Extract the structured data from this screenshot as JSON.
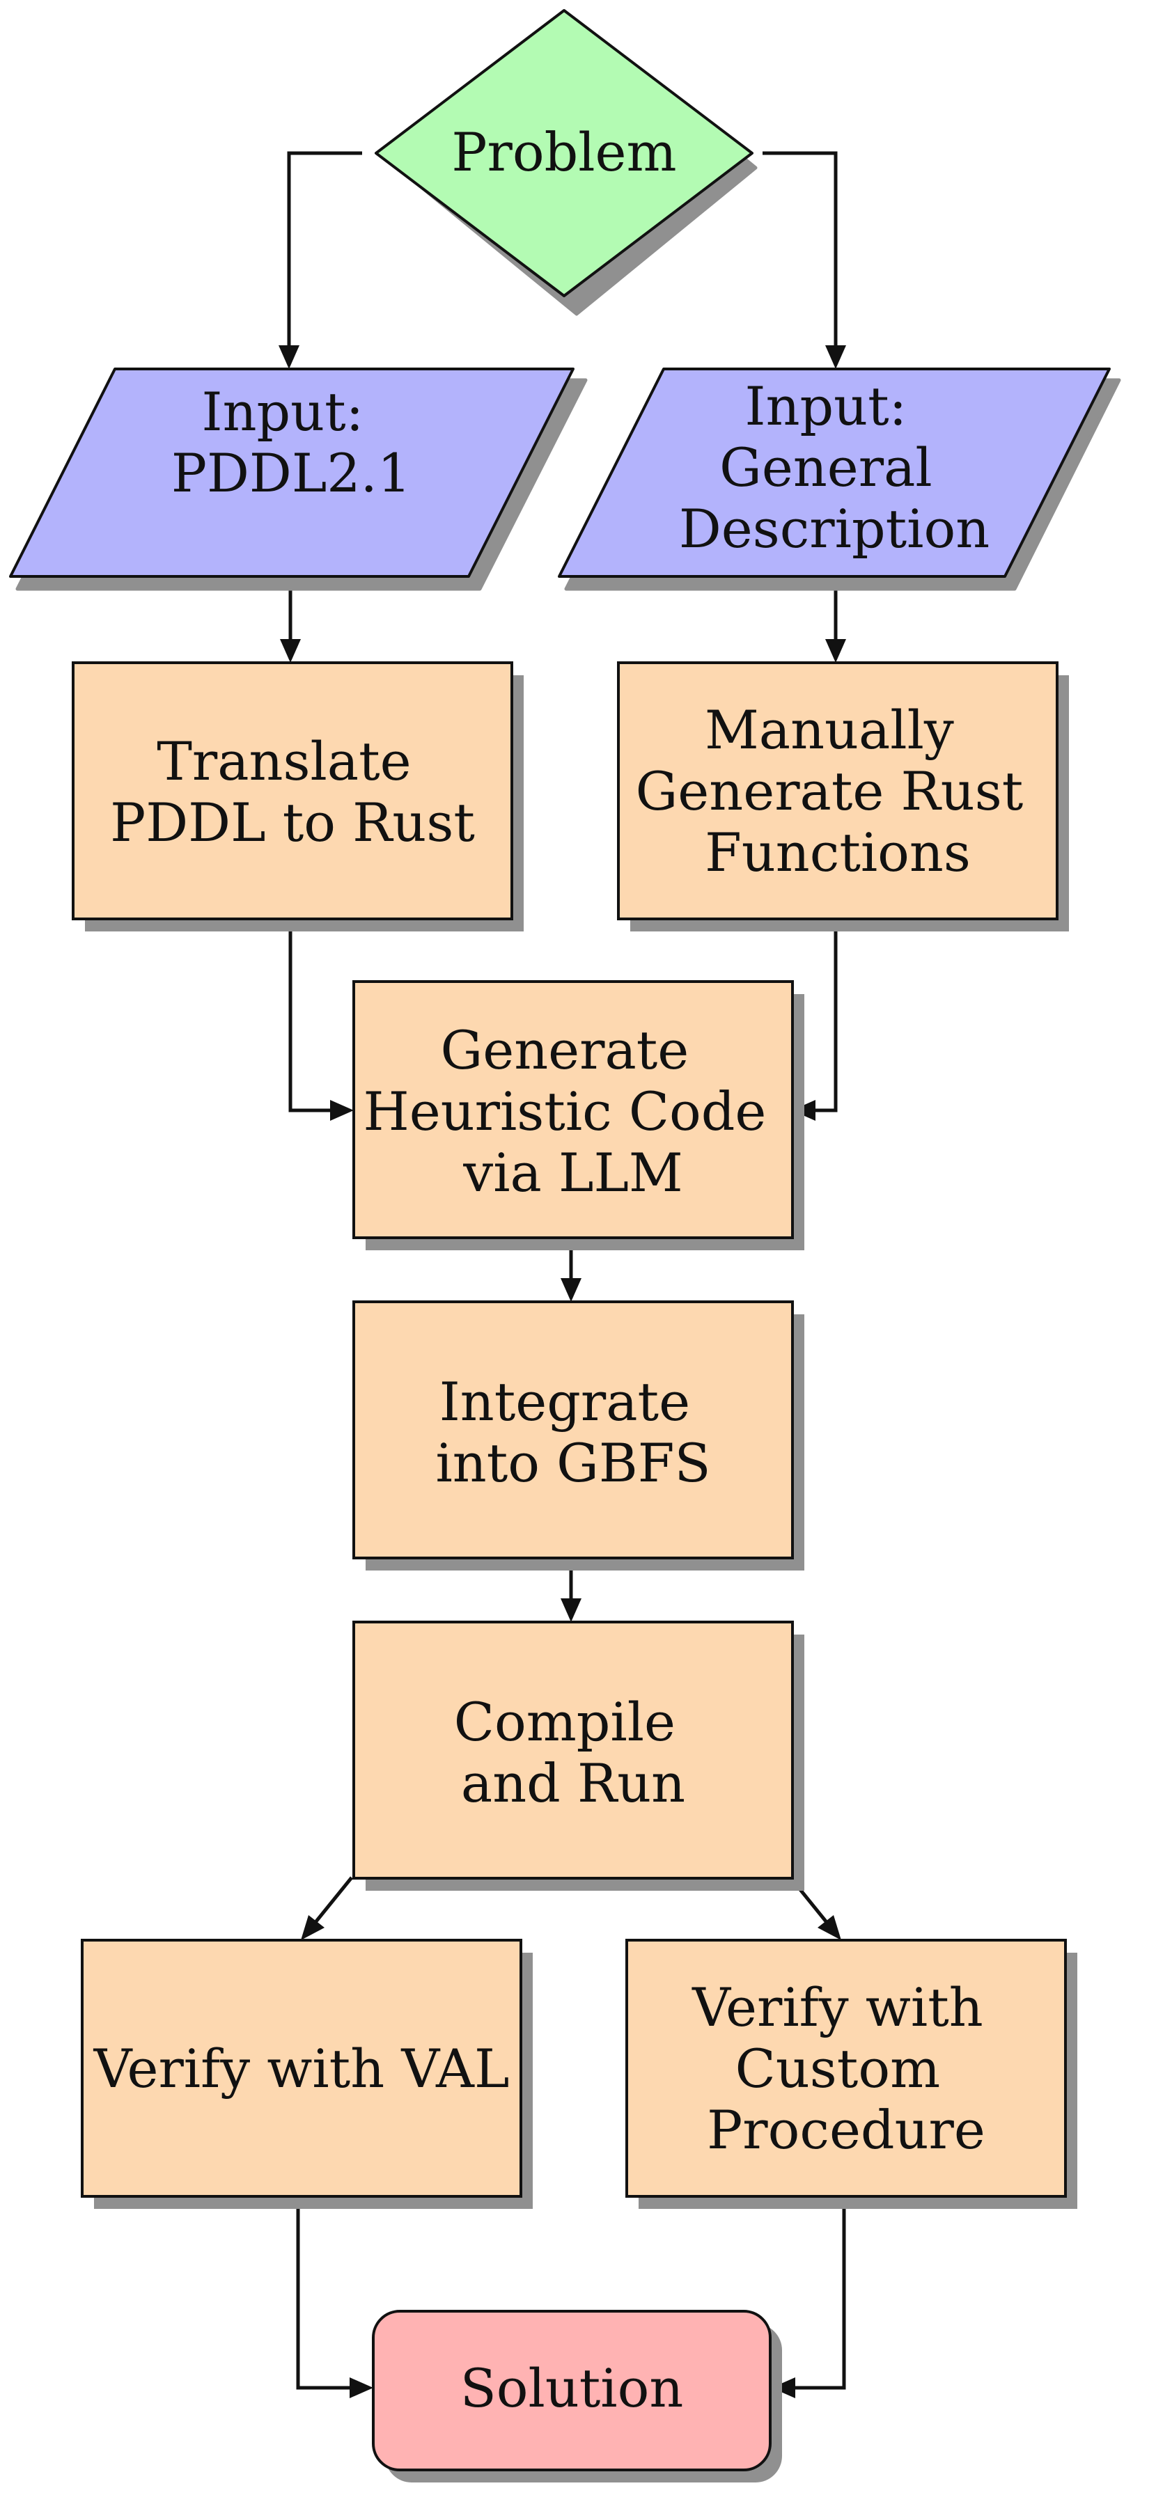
{
  "nodes": {
    "problem": {
      "lines": [
        "Problem"
      ],
      "color": "#b3fbb3"
    },
    "input_pddl": {
      "lines": [
        "Input:",
        "PDDL2.1"
      ],
      "color": "#b3b3fc"
    },
    "input_general": {
      "lines": [
        "Input:",
        "General",
        "Description"
      ],
      "color": "#b3b3fc"
    },
    "translate": {
      "lines": [
        "Translate",
        "PDDL to Rust"
      ],
      "color": "#fdd8b0"
    },
    "manual": {
      "lines": [
        "Manually",
        "Generate Rust",
        "Functions"
      ],
      "color": "#fdd8b0"
    },
    "generate": {
      "lines": [
        "Generate",
        "Heuristic Code",
        "via LLM"
      ],
      "color": "#fdd8b0"
    },
    "integrate": {
      "lines": [
        "Integrate",
        "into GBFS"
      ],
      "color": "#fdd8b0"
    },
    "compile": {
      "lines": [
        "Compile",
        "and Run"
      ],
      "color": "#fdd8b0"
    },
    "verify_val": {
      "lines": [
        "Verify with VAL"
      ],
      "color": "#fdd8b0"
    },
    "verify_custom": {
      "lines": [
        "Verify with",
        "Custom",
        "Procedure"
      ],
      "color": "#fdd8b0"
    },
    "solution": {
      "lines": [
        "Solution"
      ],
      "color": "#ffb3b3"
    }
  },
  "edges": [
    [
      "problem",
      "input_pddl"
    ],
    [
      "problem",
      "input_general"
    ],
    [
      "input_pddl",
      "translate"
    ],
    [
      "input_general",
      "manual"
    ],
    [
      "translate",
      "generate"
    ],
    [
      "manual",
      "generate"
    ],
    [
      "generate",
      "integrate"
    ],
    [
      "integrate",
      "compile"
    ],
    [
      "compile",
      "verify_val"
    ],
    [
      "compile",
      "verify_custom"
    ],
    [
      "verify_val",
      "solution"
    ],
    [
      "verify_custom",
      "solution"
    ]
  ]
}
